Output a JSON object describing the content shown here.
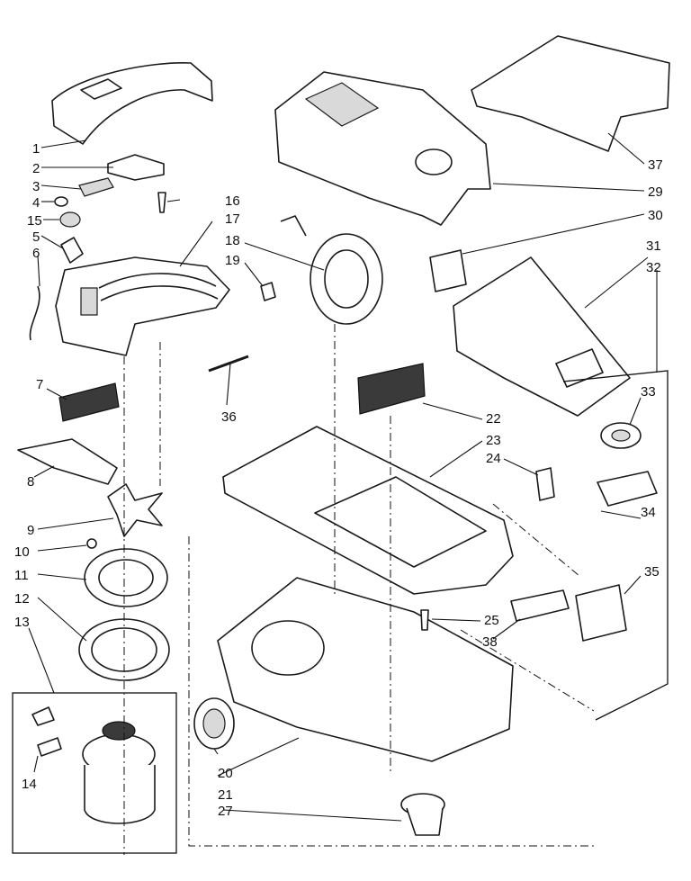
{
  "callouts": [
    {
      "num": "1"
    },
    {
      "num": "2"
    },
    {
      "num": "3"
    },
    {
      "num": "4"
    },
    {
      "num": "15"
    },
    {
      "num": "5"
    },
    {
      "num": "6"
    },
    {
      "num": "7"
    },
    {
      "num": "8"
    },
    {
      "num": "9"
    },
    {
      "num": "10"
    },
    {
      "num": "11"
    },
    {
      "num": "12"
    },
    {
      "num": "13"
    },
    {
      "num": "14"
    },
    {
      "num": "16"
    },
    {
      "num": "17"
    },
    {
      "num": "18"
    },
    {
      "num": "19"
    },
    {
      "num": "36"
    },
    {
      "num": "20"
    },
    {
      "num": "21"
    },
    {
      "num": "27"
    },
    {
      "num": "22"
    },
    {
      "num": "23"
    },
    {
      "num": "24"
    },
    {
      "num": "25"
    },
    {
      "num": "38"
    },
    {
      "num": "29"
    },
    {
      "num": "30"
    },
    {
      "num": "37"
    },
    {
      "num": "31"
    },
    {
      "num": "32"
    },
    {
      "num": "33"
    },
    {
      "num": "34"
    },
    {
      "num": "35"
    }
  ]
}
